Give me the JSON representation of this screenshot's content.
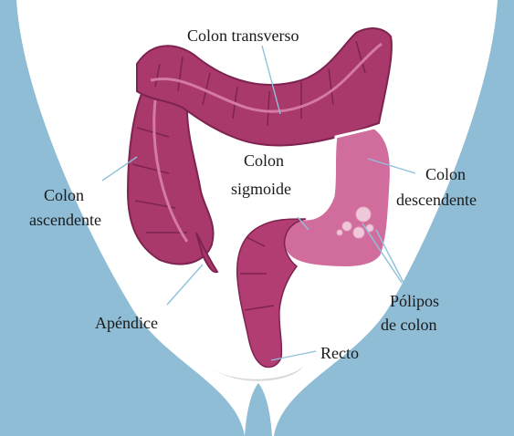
{
  "colors": {
    "background_side": "#8fbdd6",
    "body": "#ffffff",
    "colon": "#a8396a",
    "colon_dark": "#7e2350",
    "colon_light": "#d57aa5",
    "descending_fill": "#d06d9c",
    "polyp": "#f1c8da",
    "leader_line": "#8fc1dc"
  },
  "labels": {
    "transverse": "Colon transverso",
    "ascending_1": "Colon",
    "ascending_2": "ascendente",
    "sigmoid_1": "Colon",
    "sigmoid_2": "sigmoide",
    "descending_1": "Colon",
    "descending_2": "descendente",
    "appendix": "Apéndice",
    "polyps_1": "Pólipos",
    "polyps_2": "de colon",
    "rectum": "Recto"
  }
}
